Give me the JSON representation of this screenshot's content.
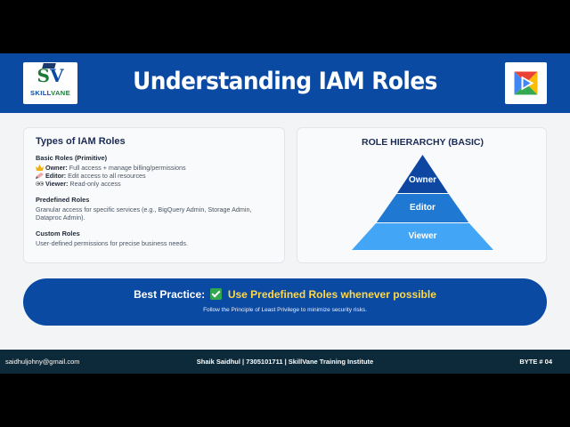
{
  "header": {
    "title": "Understanding IAM Roles",
    "logo_sv": "S",
    "logo_v": "V",
    "logo_text_a": "SKILL",
    "logo_text_b": "VANE"
  },
  "types": {
    "title": "Types of IAM Roles",
    "basic_heading": "Basic Roles (Primitive)",
    "owner_label": "Owner:",
    "owner_desc": " Full access + manage billing/permissions",
    "editor_label": "Editor:",
    "editor_desc": " Edit access to all resources",
    "viewer_label": "Viewer:",
    "viewer_desc": " Read-only access",
    "predefined_heading": "Predefined Roles",
    "predefined_desc": "Granular access for specific services (e.g., BigQuery Admin, Storage Admin, Dataproc Admin).",
    "custom_heading": "Custom Roles",
    "custom_desc": "User-defined permissions for precise business needs."
  },
  "hierarchy": {
    "title": "ROLE HIERARCHY (BASIC)",
    "tiers": [
      "Owner",
      "Editor",
      "Viewer"
    ]
  },
  "best_practice": {
    "label": "Best Practice:",
    "highlight": "Use Predefined Roles whenever possible",
    "sub": "Follow the Principle of Least Privilege to minimize security risks."
  },
  "footer": {
    "email": "saidhuljohny@gmail.com",
    "center": "Shaik Saidhul | 7305101711 | SkillVane Training Institute",
    "byte": "BYTE # 04"
  },
  "colors": {
    "header_blue": "#0b4aa2",
    "tier_top": "#0d47a1",
    "tier_mid": "#1f78d1",
    "tier_bottom": "#42a5f5",
    "highlight_yellow": "#ffd84a"
  }
}
